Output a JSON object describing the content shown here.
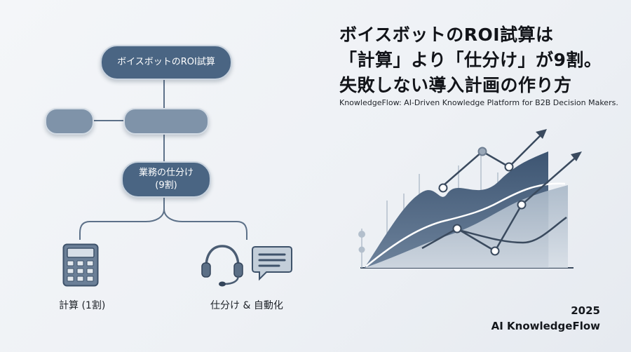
{
  "flowchart": {
    "top_node": "ボイスボットのROI試算",
    "mid_node_left": "",
    "mid_node_right": "",
    "split_node_line1": "業務の仕分け",
    "split_node_line2": "(9割)",
    "left_leaf_label": "計算 (1割)",
    "right_leaf_label": "仕分け & 自動化"
  },
  "headline": {
    "line1": "ボイスボットのROI試算は",
    "line2": "「計算」より「仕分け」が9割。",
    "line3": "失敗しない導入計画の作り方"
  },
  "subtitle": "KnowledgeFlow: AI-Driven Knowledge Platform for B2B Decision Makers.",
  "footer": {
    "year": "2025",
    "brand": "AI KnowledgeFlow"
  },
  "icons": [
    "calculator-icon",
    "headset-icon",
    "chat-bubble-icon",
    "growth-chart-illustration"
  ],
  "colors": {
    "node_fill": "#4a6583",
    "node_light_fill": "#7f93a9",
    "connector": "#5d7189",
    "chart_dark": "#3e5673"
  }
}
